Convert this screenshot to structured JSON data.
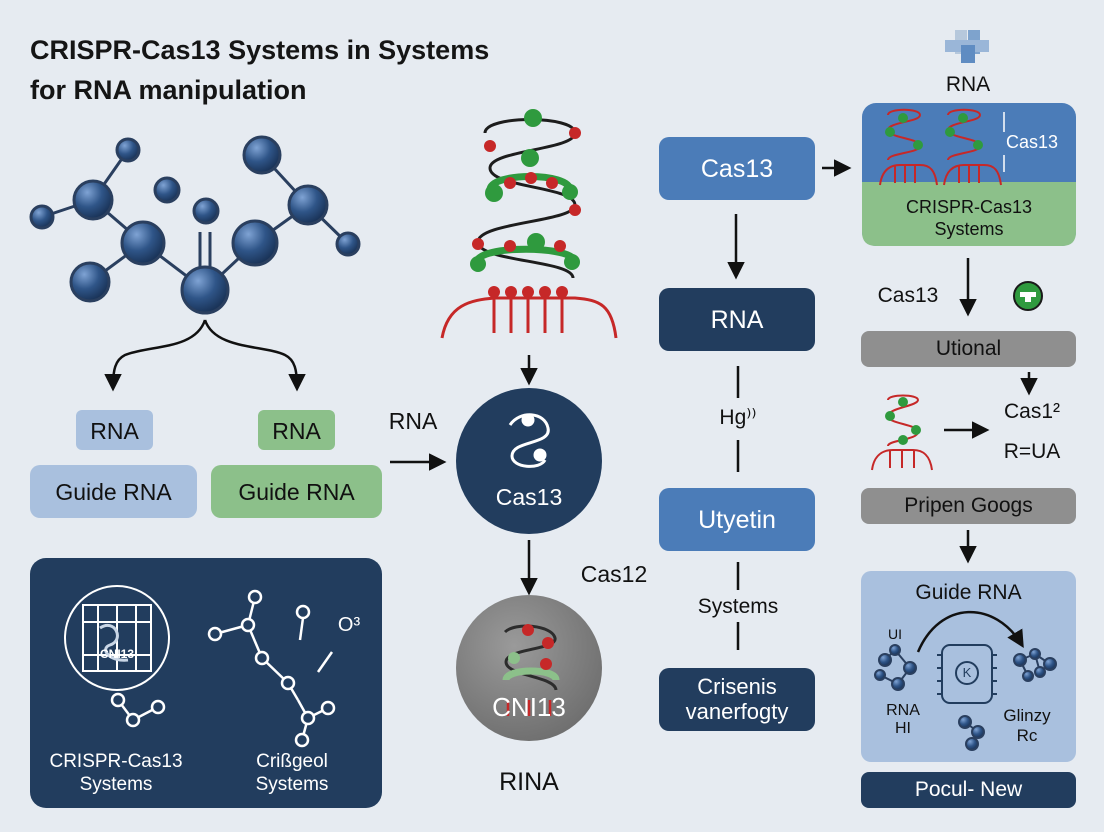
{
  "title": {
    "line1": "CRISPR-Cas13 Systems in Systems",
    "line2": "for RNA manipulation"
  },
  "colors": {
    "navy": "#223d5e",
    "mid_blue": "#4b7cb8",
    "light_blue": "#a9c0de",
    "green": "#8cc08a",
    "gray": "#8f8f8f",
    "red": "#c62828",
    "helix_green": "#2f9a3e",
    "molecule_blue": "#2f5588",
    "background": "#e6ebf1"
  },
  "left": {
    "rna_tag_1": "RNA",
    "rna_tag_2": "RNA",
    "guide_rna_1": "Guide RNA",
    "guide_rna_2": "Guide RNA",
    "panel_caption_1": "CRISPR-Cas13\nSystems",
    "panel_caption_2": "Crißgeol\nSystems",
    "panel_glyph_label": "CNI13",
    "panel_small_text": "O³"
  },
  "center": {
    "rna_label": "RNA",
    "cas13_circle": "Cas13",
    "cas12_label": "Cas12",
    "gray_circle": "CNI13",
    "bottom_label": "RINA"
  },
  "flow": {
    "cas13_box": "Cas13",
    "rna_box": "RNA",
    "h_label": "Hɡ⁾⁾",
    "utyetin_box": "Utyetin",
    "systems_label": "Systems",
    "crisenis_box": "Crisenis\nvanerfogty"
  },
  "right": {
    "rna_top_label": "RNA",
    "card_cas13": "Cas13",
    "card_label": "CRISPR-Cas13\nSystems",
    "cas13_side": "Cas13",
    "utional_bar": "Utional",
    "cas1_label": "Cas1²",
    "rua_label": "R=UA",
    "pripen_bar": "Pripen Googs",
    "guide_rna_title": "Guide RNA",
    "ui_label": "UI",
    "rna_hi_label": "RNA\nHI",
    "k_label": "K",
    "glinzy_label": "Glinzy\nRc",
    "pocul_bar": "Pocul- New"
  }
}
